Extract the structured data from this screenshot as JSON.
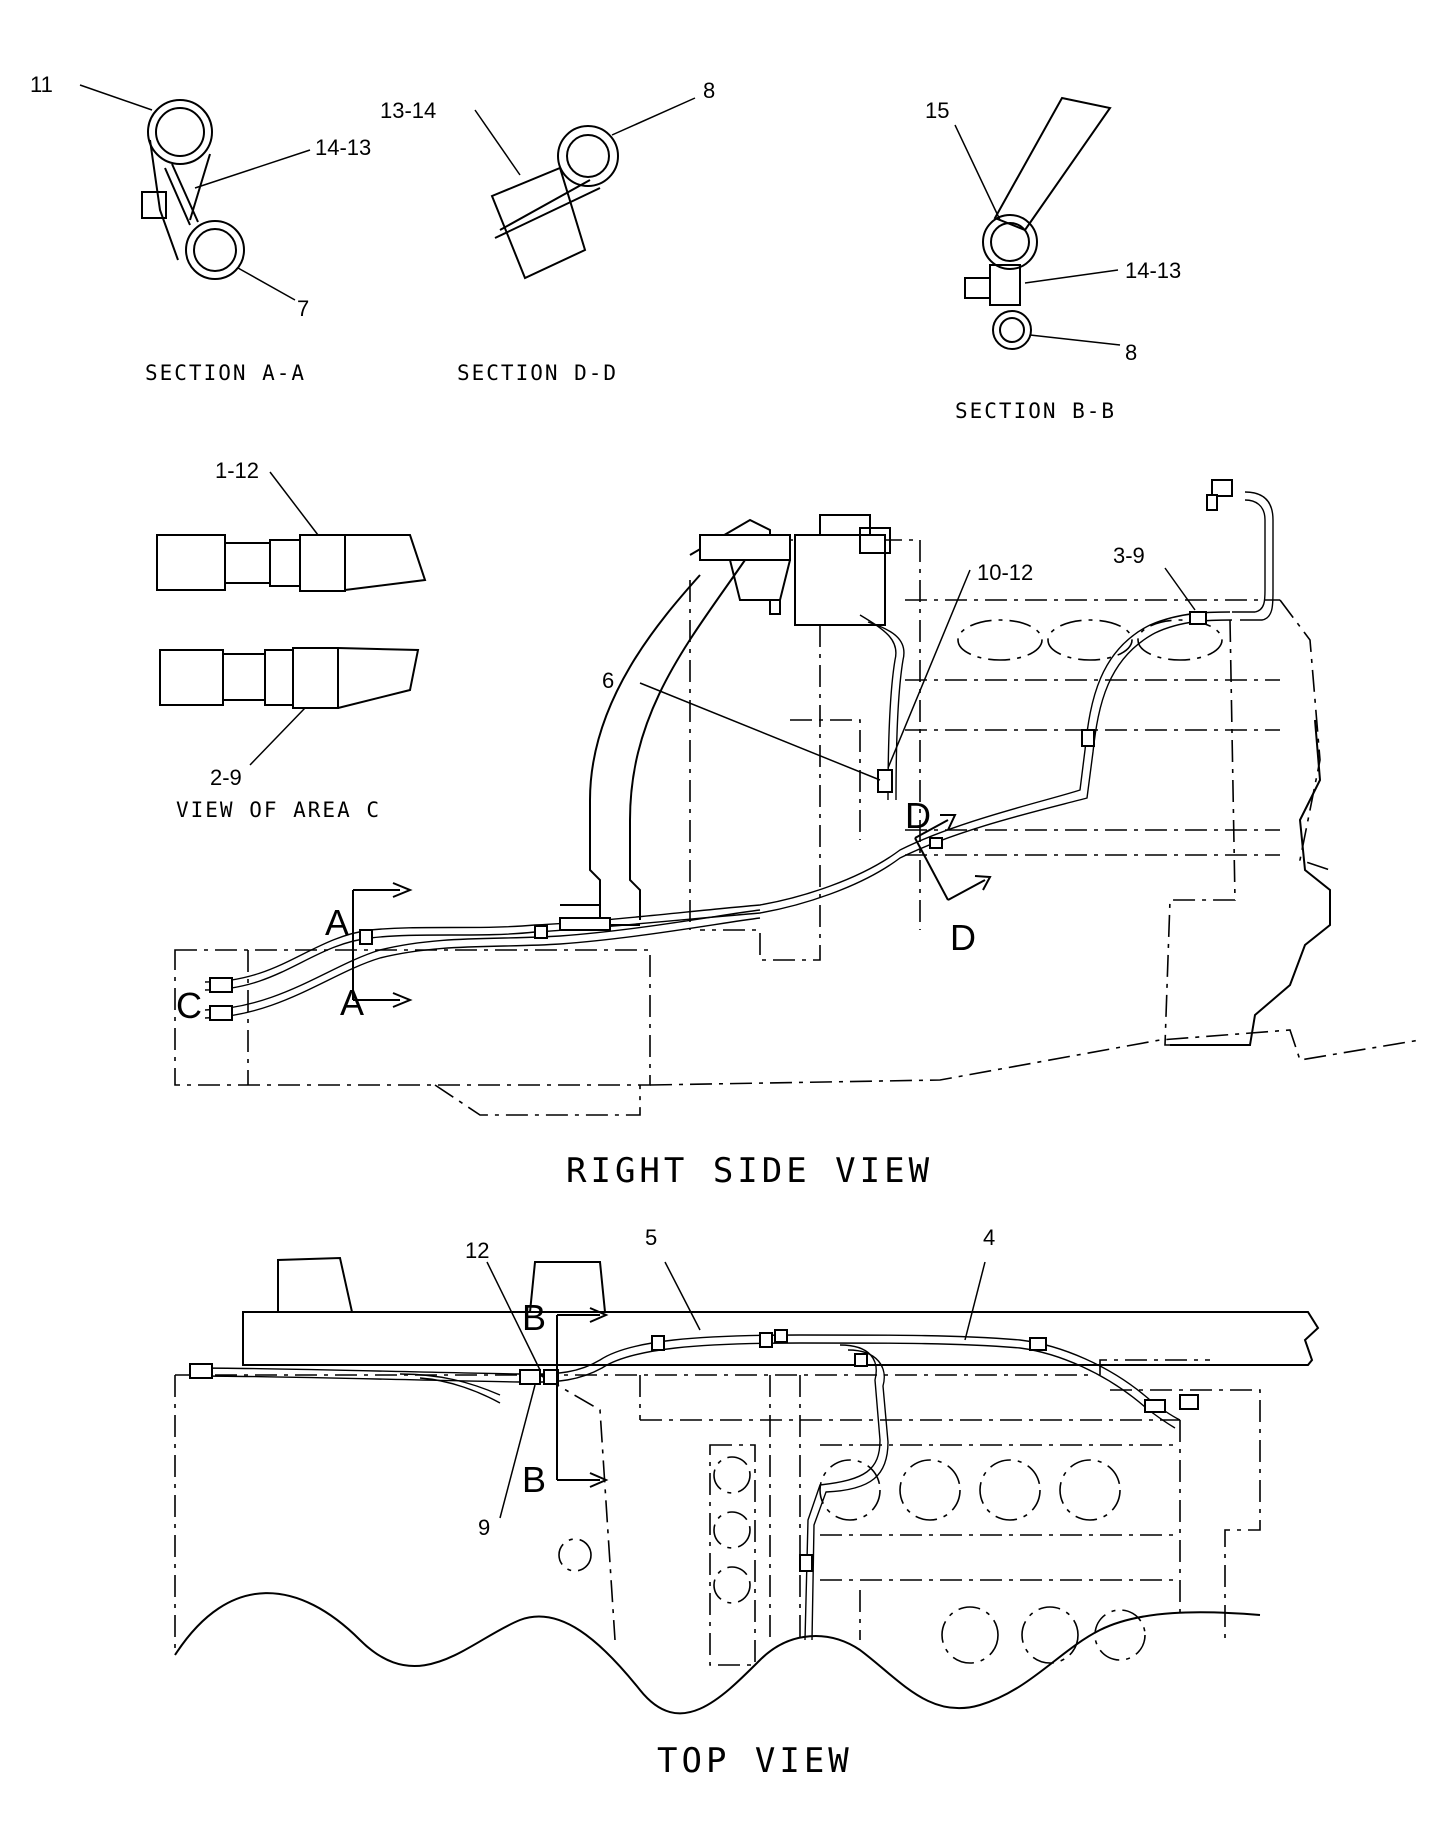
{
  "sections": {
    "a_a": {
      "title": "SECTION A-A",
      "callouts": [
        "11",
        "14-13",
        "7"
      ]
    },
    "d_d": {
      "title": "SECTION D-D",
      "callouts": [
        "13-14",
        "8"
      ]
    },
    "b_b": {
      "title": "SECTION B-B",
      "callouts": [
        "15",
        "14-13",
        "8"
      ]
    }
  },
  "area_c": {
    "title": "VIEW OF AREA C",
    "callouts": [
      "1-12",
      "2-9"
    ]
  },
  "right_side_view": {
    "title": "RIGHT SIDE VIEW",
    "callouts": [
      "10-12",
      "3-9",
      "6"
    ],
    "section_marks": [
      "A",
      "A",
      "D",
      "D",
      "C"
    ]
  },
  "top_view": {
    "title": "TOP VIEW",
    "callouts": [
      "12",
      "5",
      "4",
      "9"
    ],
    "section_marks": [
      "B",
      "B"
    ]
  }
}
